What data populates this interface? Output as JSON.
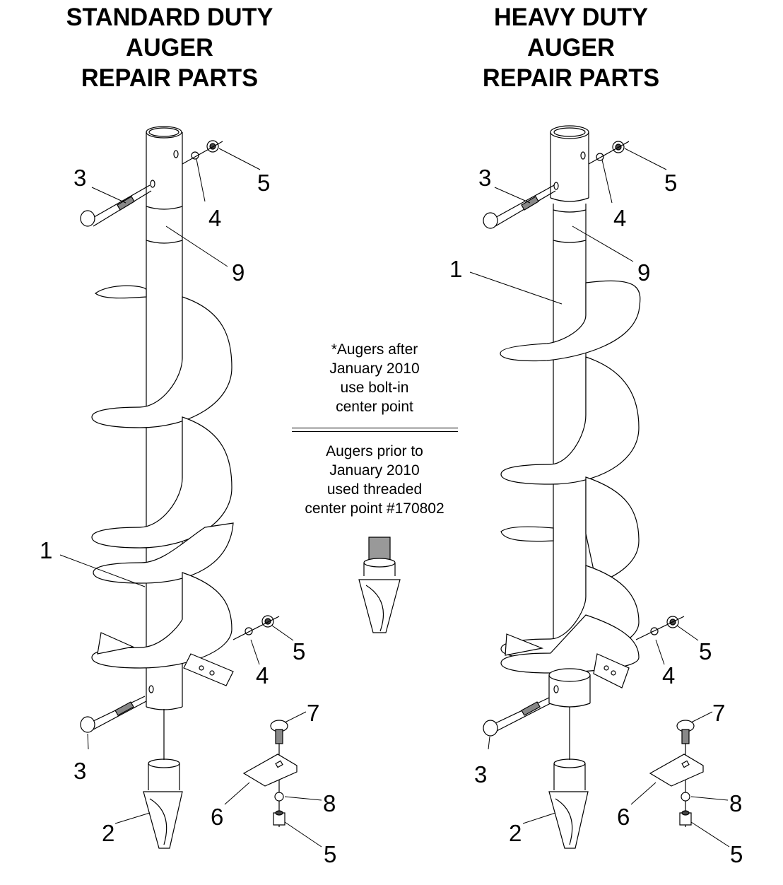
{
  "left_panel": {
    "title_lines": [
      "STANDARD DUTY",
      "AUGER",
      "REPAIR PARTS"
    ],
    "callouts": [
      "1",
      "2",
      "3",
      "3",
      "4",
      "4",
      "5",
      "5",
      "5",
      "6",
      "7",
      "8",
      "9"
    ]
  },
  "right_panel": {
    "title_lines": [
      "HEAVY DUTY",
      "AUGER",
      "REPAIR PARTS"
    ],
    "callouts": [
      "1",
      "2",
      "3",
      "3",
      "4",
      "4",
      "5",
      "5",
      "5",
      "6",
      "7",
      "8",
      "9"
    ]
  },
  "center_note": {
    "after_lines": [
      "*Augers after",
      "January 2010",
      "use bolt-in",
      "center point"
    ],
    "prior_lines": [
      "Augers prior to",
      "January 2010",
      "used threaded",
      "center point #170802"
    ]
  },
  "labels": {
    "L1": "1",
    "L2": "2",
    "L3a": "3",
    "L3b": "3",
    "L4a": "4",
    "L4b": "4",
    "L5a": "5",
    "L5b": "5",
    "L5c": "5",
    "L6": "6",
    "L7": "7",
    "L8": "8",
    "L9": "9",
    "R1": "1",
    "R2": "2",
    "R3a": "3",
    "R3b": "3",
    "R4a": "4",
    "R4b": "4",
    "R5a": "5",
    "R5b": "5",
    "R5c": "5",
    "R6": "6",
    "R7": "7",
    "R8": "8",
    "R9": "9"
  }
}
